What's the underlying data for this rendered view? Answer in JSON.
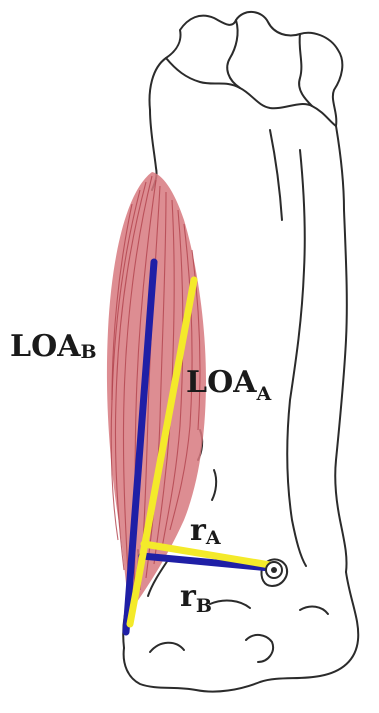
{
  "labels": {
    "loa_b_main": "LOA",
    "loa_b_sub": "B",
    "loa_a_main": "LOA",
    "loa_a_sub": "A",
    "r_a_main": "r",
    "r_a_sub": "A",
    "r_b_main": "r",
    "r_b_sub": "B"
  },
  "colors": {
    "muscle": "#d7797f",
    "muscle_fiber": "#b2424c",
    "line_b": "#1f1fa6",
    "line_a": "#f4ea2a",
    "bone_outline": "#2b2b2b",
    "label": "#1a1a1a"
  }
}
